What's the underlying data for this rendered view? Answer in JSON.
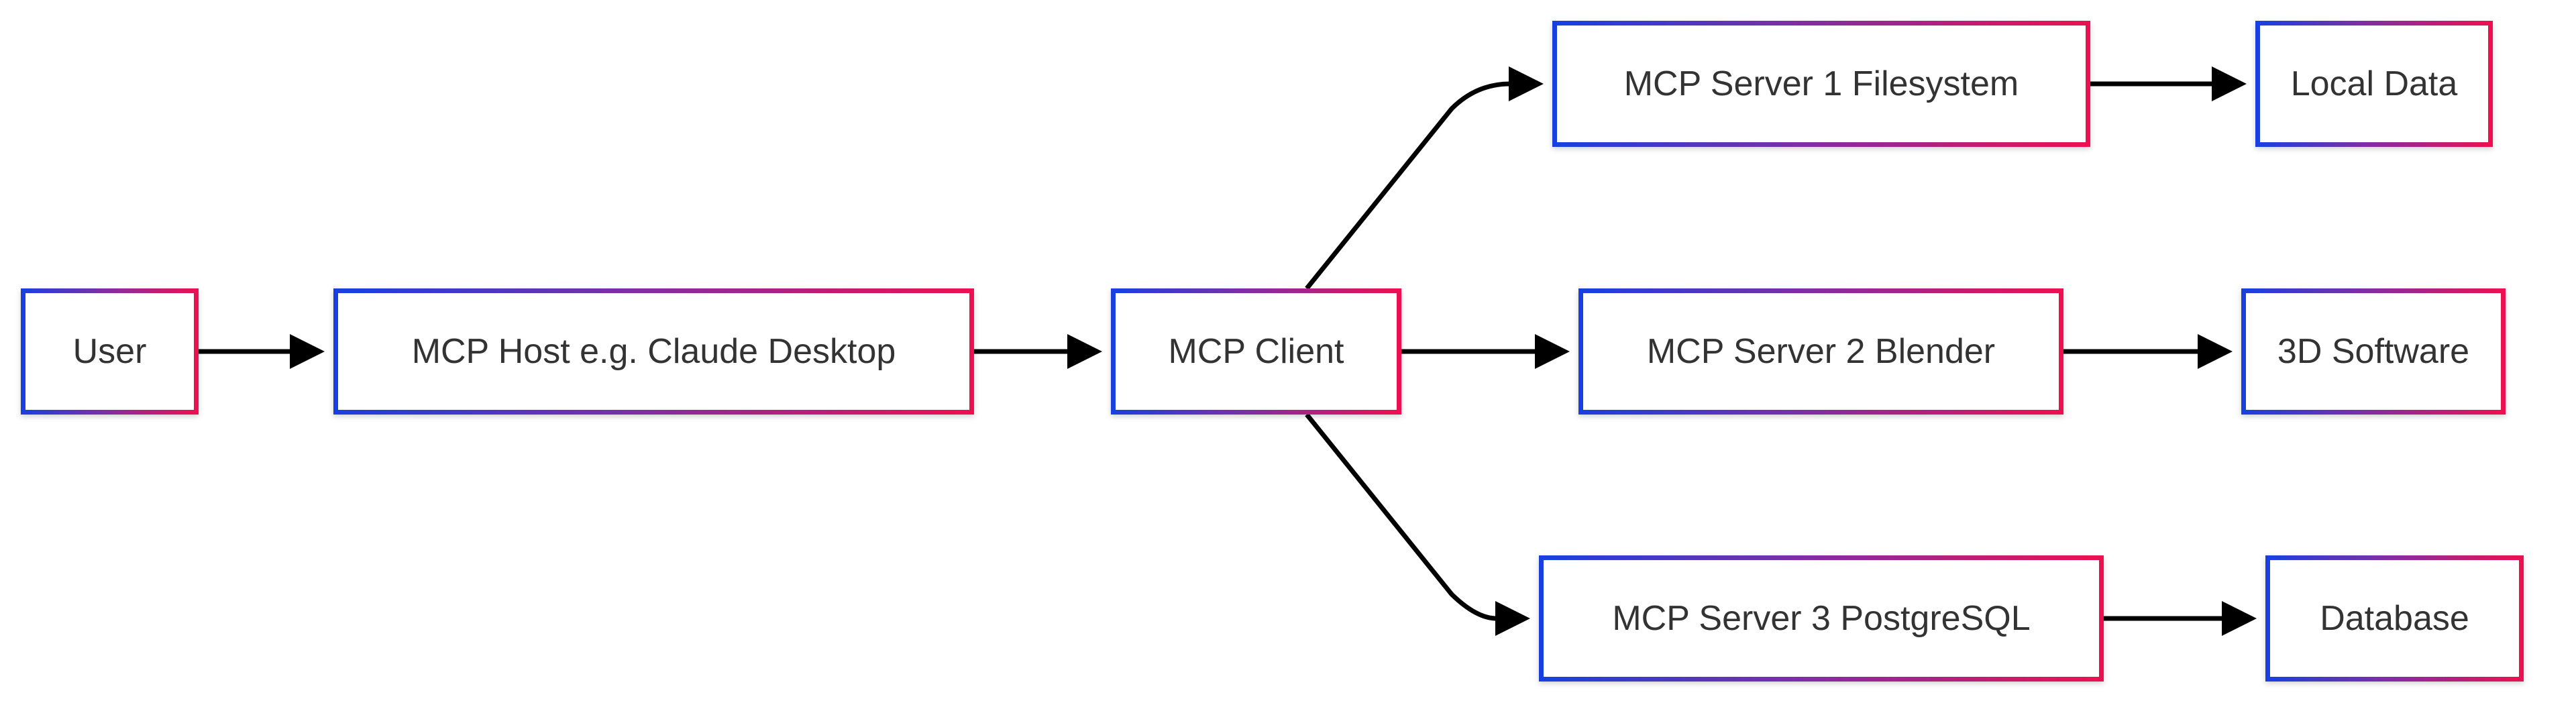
{
  "diagram": {
    "nodes": {
      "user": "User",
      "host": "MCP Host e.g. Claude Desktop",
      "client": "MCP Client",
      "server_filesystem": "MCP Server 1 Filesystem",
      "server_blender": "MCP Server 2 Blender",
      "server_postgres": "MCP Server 3 PostgreSQL",
      "local_data": "Local Data",
      "software_3d": "3D Software",
      "database": "Database"
    },
    "edges": [
      {
        "from": "User",
        "to": "MCP Host e.g. Claude Desktop"
      },
      {
        "from": "MCP Host e.g. Claude Desktop",
        "to": "MCP Client"
      },
      {
        "from": "MCP Client",
        "to": "MCP Server 1 Filesystem"
      },
      {
        "from": "MCP Client",
        "to": "MCP Server 2 Blender"
      },
      {
        "from": "MCP Client",
        "to": "MCP Server 3 PostgreSQL"
      },
      {
        "from": "MCP Server 1 Filesystem",
        "to": "Local Data"
      },
      {
        "from": "MCP Server 2 Blender",
        "to": "3D Software"
      },
      {
        "from": "MCP Server 3 PostgreSQL",
        "to": "Database"
      }
    ],
    "colors": {
      "border_gradient_start": "#1740e0",
      "border_gradient_end": "#ee1050",
      "edge": "#000000",
      "text": "#333333",
      "background": "#ffffff"
    }
  }
}
